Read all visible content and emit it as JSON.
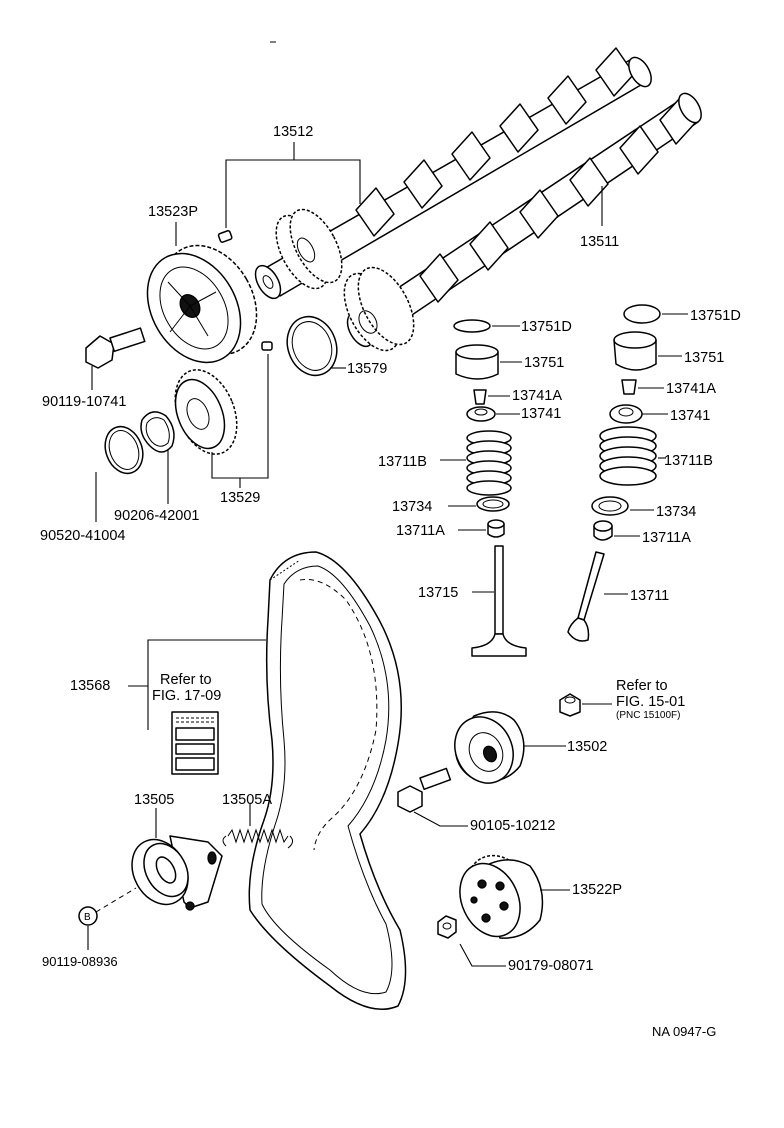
{
  "labels": {
    "p13512": "13512",
    "p13523P": "13523P",
    "p90119_10741": "90119-10741",
    "p13579": "13579",
    "p13529": "13529",
    "p90206_42001": "90206-42001",
    "p90520_41004": "90520-41004",
    "p13511": "13511",
    "p13751D_a": "13751D",
    "p13751_a": "13751",
    "p13741A_a": "13741A",
    "p13741_a": "13741",
    "p13711B_a": "13711B",
    "p13734_a": "13734",
    "p13711A_a": "13711A",
    "p13715": "13715",
    "p13751D_b": "13751D",
    "p13751_b": "13751",
    "p13741A_b": "13741A",
    "p13741_b": "13741",
    "p13711B_b": "13711B",
    "p13734_b": "13734",
    "p13711A_b": "13711A",
    "p13711": "13711",
    "p13568": "13568",
    "p13502": "13502",
    "p90105_10212": "90105-10212",
    "p13505": "13505",
    "p13505A": "13505A",
    "p13522P": "13522P",
    "p90119_08936": "90119-08936",
    "p90179_08071": "90179-08071"
  },
  "refs": {
    "ref1_line1": "Refer to",
    "ref1_line2": "FIG. 17-09",
    "ref2_line1": "Refer to",
    "ref2_line2": "FIG. 15-01",
    "ref2_line3": "(PNC 15100F)"
  },
  "marker_b": "B",
  "figure_code": "NA  0947-G"
}
